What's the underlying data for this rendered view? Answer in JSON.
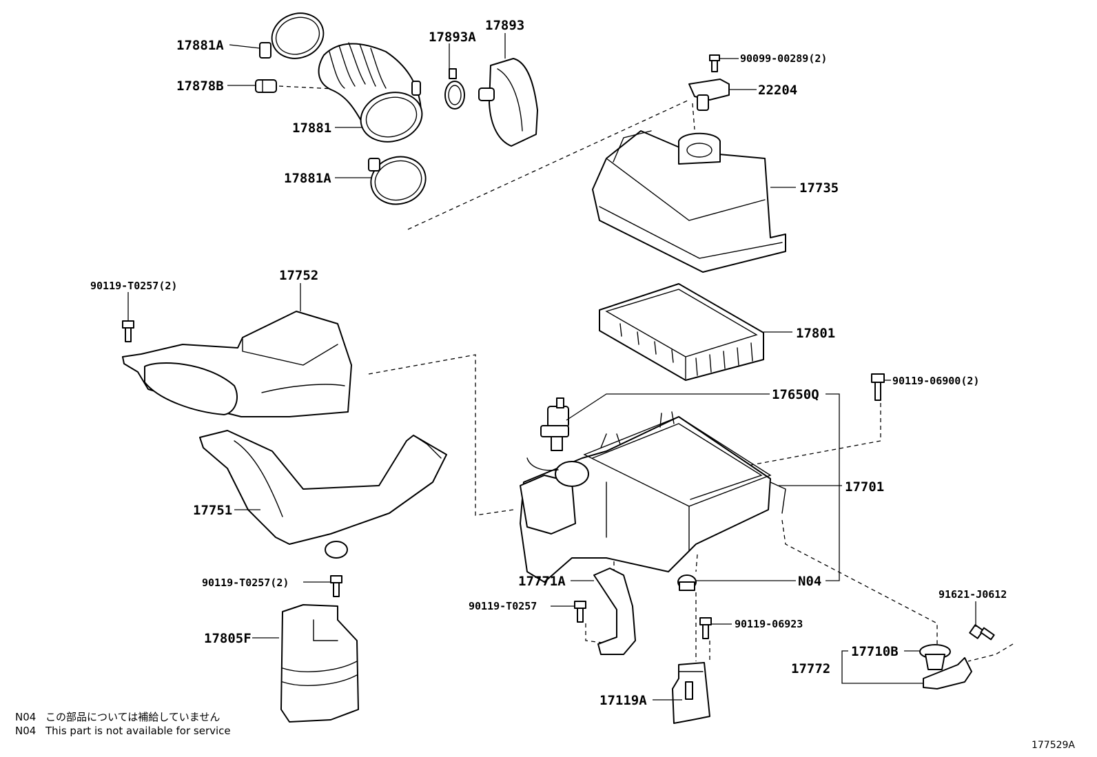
{
  "labels": {
    "p17881A_top": "17881A",
    "p17878B": "17878B",
    "p17881": "17881",
    "p17881A_bot": "17881A",
    "p17893A": "17893A",
    "p17893": "17893",
    "p90099": "90099-00289(2)",
    "p22204": "22204",
    "p17735": "17735",
    "p17801": "17801",
    "p90119_T0257_a": "90119-T0257(2)",
    "p17752": "17752",
    "p17650Q": "17650Q",
    "p90119_06900": "90119-06900(2)",
    "p17701": "17701",
    "p17751": "17751",
    "p90119_T0257_b": "90119-T0257(2)",
    "p17771A": "17771A",
    "pN04": "N04",
    "p90119_T0257_c": "90119-T0257",
    "p90119_06923": "90119-06923",
    "p91621": "91621-J0612",
    "p17805F": "17805F",
    "p17710B": "17710B",
    "p17772": "17772",
    "p17119A": "17119A"
  },
  "notes": [
    {
      "code": "N04",
      "text": "この部品については補給していません"
    },
    {
      "code": "N04",
      "text": "This part is not available for service"
    }
  ],
  "figure_code": "177529A"
}
